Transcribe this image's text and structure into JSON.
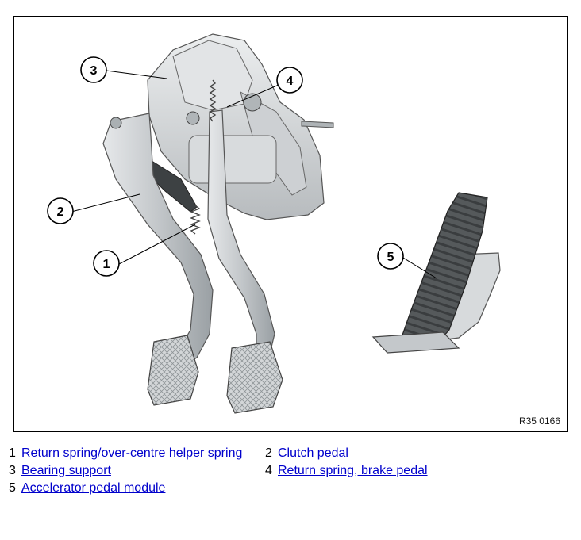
{
  "figure": {
    "ref_code": "R35 0166",
    "callouts": [
      "1",
      "2",
      "3",
      "4",
      "5"
    ]
  },
  "legend": [
    {
      "num": "1",
      "label": "Return spring/over-centre helper spring"
    },
    {
      "num": "2",
      "label": "Clutch pedal"
    },
    {
      "num": "3",
      "label": "Bearing support"
    },
    {
      "num": "4",
      "label": "Return spring, brake pedal"
    },
    {
      "num": "5",
      "label": "Accelerator pedal module"
    }
  ],
  "colors": {
    "link": "#0000cc",
    "pedal_grey": "#c9ccce",
    "rubber": "#4a4e50"
  }
}
